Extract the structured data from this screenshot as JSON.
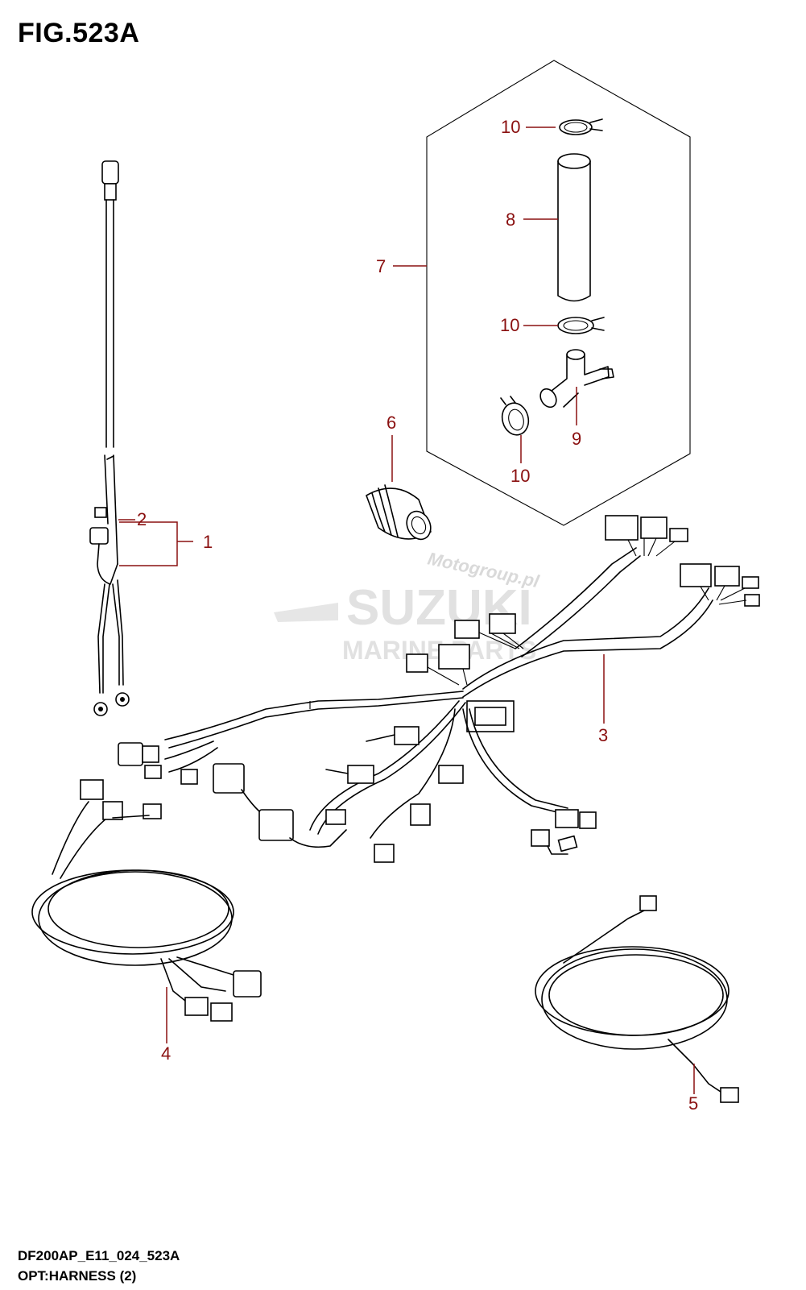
{
  "figure": {
    "title": "FIG.523A",
    "code": "DF200AP_E11_024_523A",
    "name": "OPT:HARNESS (2)"
  },
  "watermark": {
    "brand": "SUZUKI",
    "sub": "MARINE PARTS",
    "site": "Motogroup.pl"
  },
  "callouts": {
    "c1": "1",
    "c2": "2",
    "c3": "3",
    "c4": "4",
    "c5": "5",
    "c6": "6",
    "c7": "7",
    "c8": "8",
    "c9": "9",
    "c10a": "10",
    "c10b": "10",
    "c10c": "10"
  },
  "colors": {
    "callout": "#8a1010",
    "line": "#000000"
  }
}
